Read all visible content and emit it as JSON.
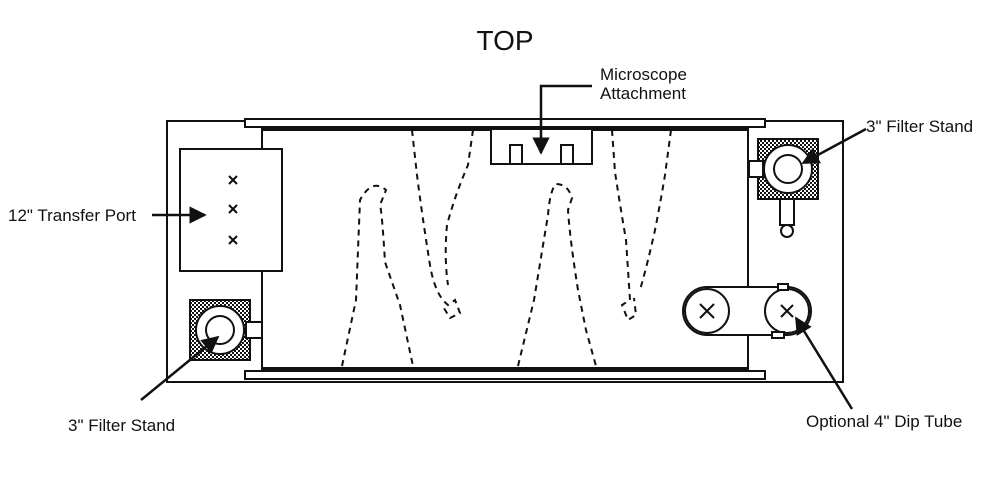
{
  "title": "TOP",
  "labels": {
    "microscope_line1": "Microscope",
    "microscope_line2": "Attachment",
    "transfer_port": "12\" Transfer Port",
    "filter_stand_top_right": "3\" Filter Stand",
    "filter_stand_bottom_left": "3\" Filter Stand",
    "dip_tube": "Optional 4\" Dip Tube"
  },
  "colors": {
    "line": "#111111",
    "background": "#ffffff"
  }
}
